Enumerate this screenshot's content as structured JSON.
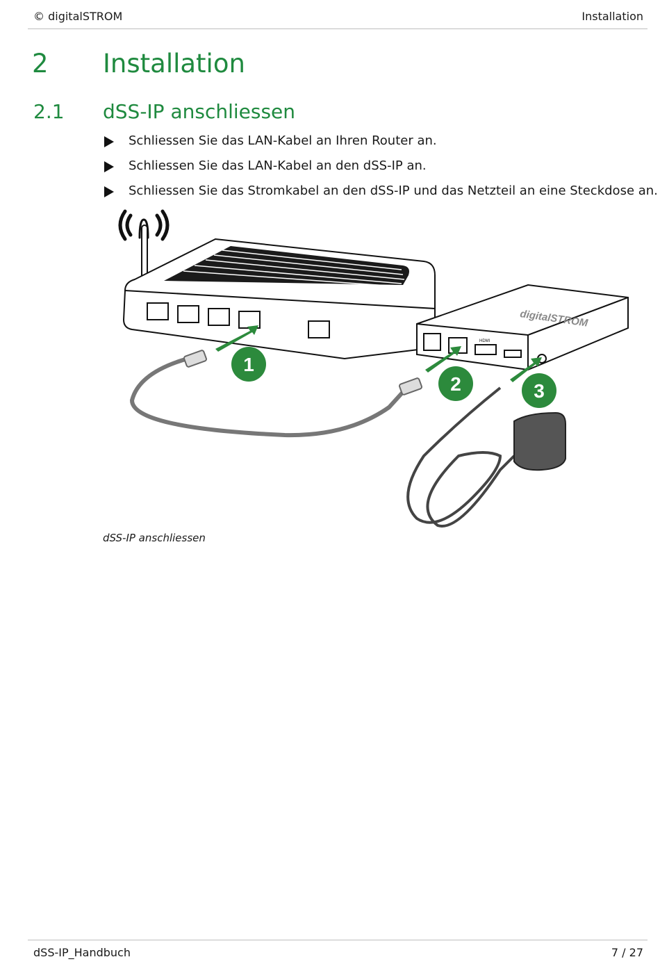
{
  "header": {
    "left": "© digitalSTROM",
    "right": "Installation"
  },
  "section": {
    "number": "2",
    "title": "Installation"
  },
  "subsection": {
    "number": "2.1",
    "title": "dSS-IP anschliessen"
  },
  "steps": [
    "Schliessen Sie das LAN-Kabel an Ihren Router an.",
    "Schliessen Sie das LAN-Kabel an den dSS-IP an.",
    "Schliessen Sie das Stromkabel an den dSS-IP und das Netzteil an eine Steckdose an."
  ],
  "figure": {
    "brand_text": "digitalSTROM",
    "port_label": "HDMI",
    "step_markers": [
      "1",
      "2",
      "3"
    ],
    "accent_color": "#2c8a3c"
  },
  "caption": "dSS-IP anschliessen",
  "footer": {
    "left": "dSS-IP_Handbuch",
    "right": "7 / 27"
  }
}
